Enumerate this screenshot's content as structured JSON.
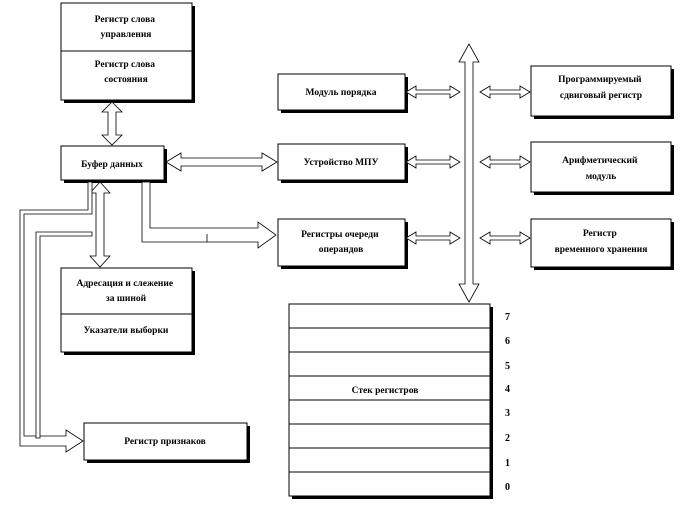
{
  "blocks": {
    "control_word_register": "Регистр слова управления",
    "status_word_register": "Регистр слова состояния",
    "data_buffer": "Буфер данных",
    "addressing_bus_tracking": "Адресация и слежение за шиной",
    "sample_pointers": "Указатели выборки",
    "flags_register": "Регистр признаков",
    "order_module": "Модуль порядка",
    "mpu_device": "Устройство МПУ",
    "operand_queue_registers": "Регистры очереди операндов",
    "programmable_shift_register": "Программируемый сдвиговый регистр",
    "arithmetic_module": "Арифметический модуль",
    "temp_storage_register": "Регистр временного хранения",
    "register_stack": "Стек регистров"
  },
  "stack_indices": [
    "7",
    "6",
    "5",
    "4",
    "3",
    "2",
    "1",
    "0"
  ]
}
